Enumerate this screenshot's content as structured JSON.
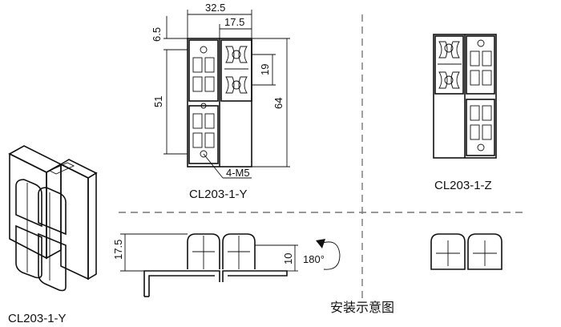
{
  "labels": {
    "model_3d": "CL203-1-Y",
    "model_front_y": "CL203-1-Y",
    "model_front_z": "CL203-1-Z",
    "install_caption": "安装示意图"
  },
  "dimensions": {
    "total_width": "32.5",
    "half_width": "17.5",
    "top_offset": "6.5",
    "height_51": "51",
    "height_19": "19",
    "height_64": "64",
    "screws": "4-M5",
    "install_height": "17.5",
    "install_offset": "10",
    "rotation": "180°"
  }
}
